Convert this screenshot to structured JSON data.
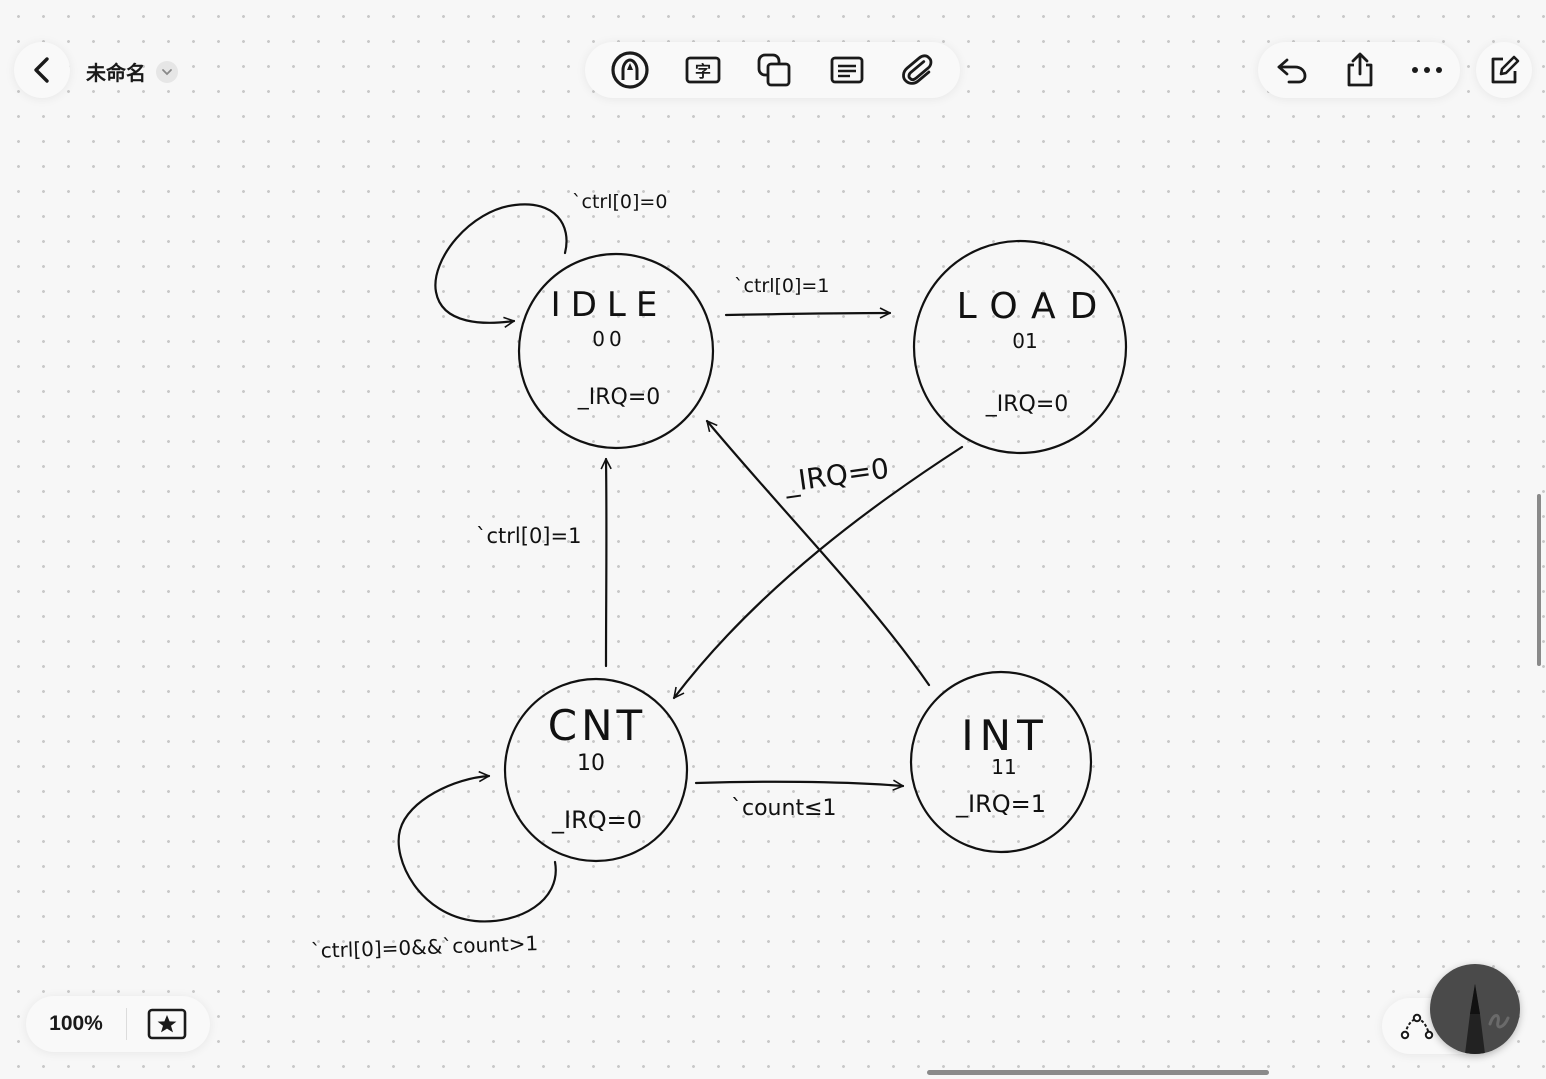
{
  "header": {
    "title": "未命名"
  },
  "toolbar": {
    "tools": [
      "pen-tool-icon",
      "text-box-icon",
      "shape-icon",
      "sticky-note-icon",
      "attachment-icon"
    ],
    "actions": [
      "undo-icon",
      "share-icon",
      "more-icon"
    ],
    "text_tool_glyph": "字"
  },
  "footer": {
    "zoom": "100%"
  },
  "diagram": {
    "states": [
      {
        "name": "IDLE",
        "code": "00",
        "output": "_IRQ=0"
      },
      {
        "name": "LOAD",
        "code": "01",
        "output": "_IRQ=0"
      },
      {
        "name": "CNT",
        "code": "10",
        "output": "_IRQ=0"
      },
      {
        "name": "INT",
        "code": "11",
        "output": "_IRQ=1"
      }
    ],
    "transitions": [
      {
        "from": "IDLE",
        "to": "IDLE",
        "label": "`ctrl[0]=0"
      },
      {
        "from": "IDLE",
        "to": "LOAD",
        "label": "`ctrl[0]=1"
      },
      {
        "from": "LOAD",
        "to": "CNT",
        "label": ""
      },
      {
        "from": "INT",
        "to": "IDLE",
        "label": "_IRQ=0"
      },
      {
        "from": "CNT",
        "to": "IDLE",
        "label": "`ctrl[0]=1"
      },
      {
        "from": "CNT",
        "to": "INT",
        "label": "`count≤1"
      },
      {
        "from": "CNT",
        "to": "CNT",
        "label": "`ctrl[0]=0&&`count>1"
      }
    ]
  }
}
